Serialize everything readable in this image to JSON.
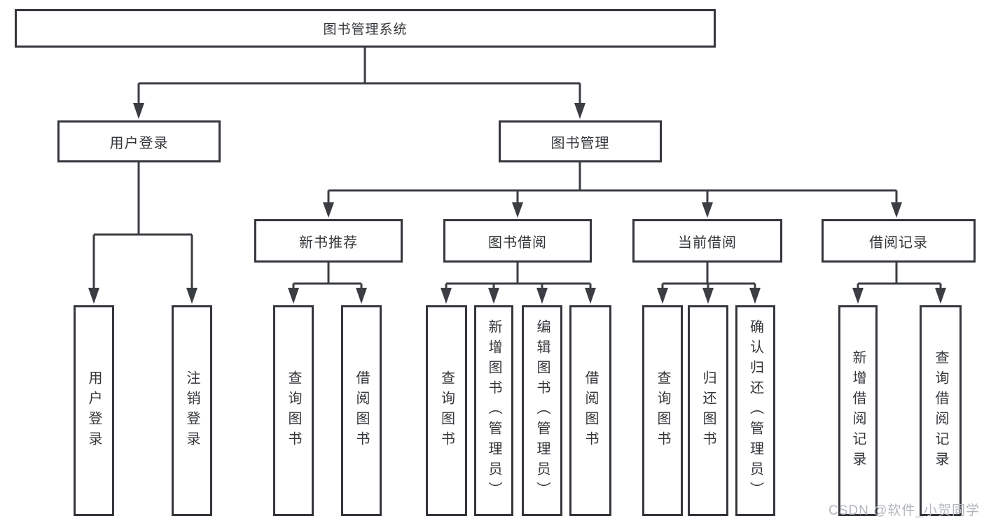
{
  "diagram": {
    "type": "hierarchy-tree",
    "colors": {
      "line": "#3a3d42",
      "box_border": "#33363b",
      "text": "#333639",
      "background": "#ffffff",
      "watermark": "#b2b6bc"
    },
    "tree": {
      "root": {
        "label": "图书管理系统"
      },
      "branches": [
        {
          "label": "用户登录",
          "children": [
            {
              "label": "用户登录"
            },
            {
              "label": "注销登录"
            }
          ]
        },
        {
          "label": "图书管理",
          "children": [
            {
              "label": "新书推荐",
              "children": [
                {
                  "label": "查询图书"
                },
                {
                  "label": "借阅图书"
                }
              ]
            },
            {
              "label": "图书借阅",
              "children": [
                {
                  "label": "查询图书"
                },
                {
                  "label": "新增图书（管理员）"
                },
                {
                  "label": "编辑图书（管理员）"
                },
                {
                  "label": "借阅图书"
                }
              ]
            },
            {
              "label": "当前借阅",
              "children": [
                {
                  "label": "查询图书"
                },
                {
                  "label": "归还图书"
                },
                {
                  "label": "确认归还（管理员）"
                }
              ]
            },
            {
              "label": "借阅记录",
              "children": [
                {
                  "label": "新增借阅记录"
                },
                {
                  "label": "查询借阅记录"
                }
              ]
            }
          ]
        }
      ]
    },
    "watermark": {
      "text": "CSDN @软件_小贺同学"
    }
  }
}
